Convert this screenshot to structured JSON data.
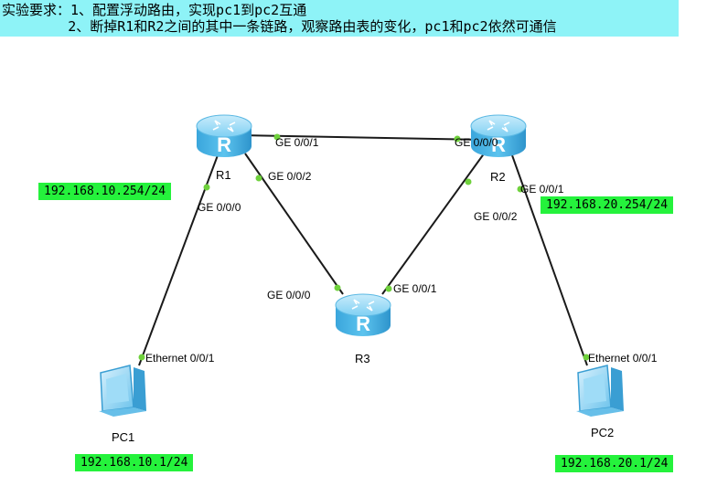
{
  "requirements": {
    "line1": "实验要求：1、配置浮动路由，实现pc1到pc2互通",
    "line2": "        2、断掉R1和R2之间的其中一条链路，观察路由表的变化，pc1和pc2依然可通信"
  },
  "devices": {
    "r1": "R1",
    "r2": "R2",
    "r3": "R3",
    "pc1": "PC1",
    "pc2": "PC2",
    "router_glyph": "R"
  },
  "interfaces": {
    "r1_ge001": "GE 0/0/1",
    "r1_ge002": "GE 0/0/2",
    "r1_ge000": "GE 0/0/0",
    "r2_ge000": "GE 0/0/0",
    "r2_ge001": "GE 0/0/1",
    "r2_ge002": "GE 0/0/2",
    "r3_ge000": "GE 0/0/0",
    "r3_ge001": "GE 0/0/1",
    "pc1_eth": "Ethernet 0/0/1",
    "pc2_eth": "Ethernet 0/0/1"
  },
  "addresses": {
    "r1_gw": "192.168.10.254/24",
    "r2_gw": "192.168.20.254/24",
    "pc1_ip": "192.168.10.1/24",
    "pc2_ip": "192.168.20.1/24"
  },
  "colors": {
    "banner": "#8ef3f7",
    "ip_label_bg": "#25f23c",
    "router_body": "#4fb6e8",
    "link": "#1a1a1a",
    "port_dot": "#6fd13c"
  }
}
